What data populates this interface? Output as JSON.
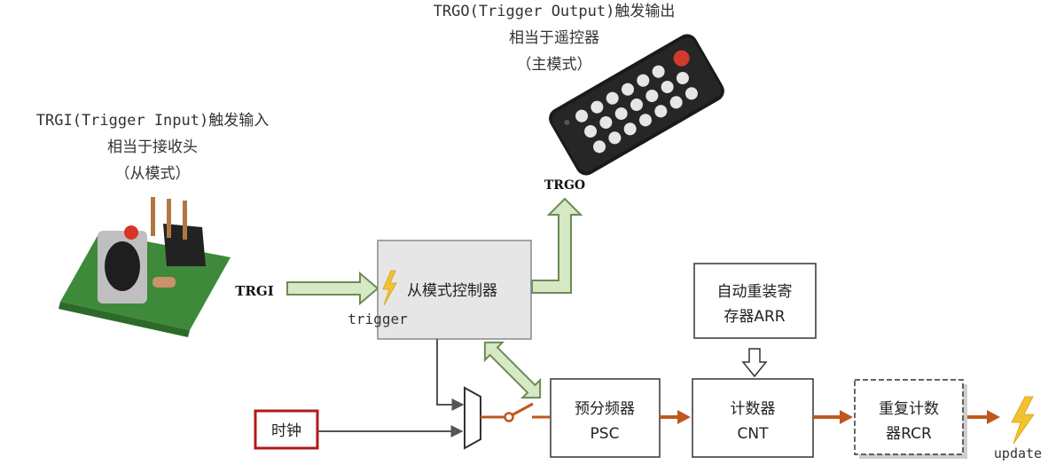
{
  "trgo_caption": {
    "line1": "TRGO(Trigger Output)触发输出",
    "line2": "相当于遥控器",
    "line3": "（主模式）"
  },
  "trgi_caption": {
    "line1": "TRGI(Trigger Input)触发输入",
    "line2": "相当于接收头",
    "line3": "（从模式）"
  },
  "labels": {
    "trgo": "TRGO",
    "trgi": "TRGI",
    "trigger": "trigger",
    "update": "update"
  },
  "blocks": {
    "slave_controller": "从模式控制器",
    "clock": "时钟",
    "psc_line1": "预分频器",
    "psc_line2": "PSC",
    "cnt_line1": "计数器",
    "cnt_line2": "CNT",
    "arr_line1": "自动重装寄",
    "arr_line2": "存器ARR",
    "rcr_line1": "重复计数",
    "rcr_line2": "器RCR"
  },
  "colors": {
    "arrow_green_fill": "#d6e8c4",
    "arrow_green_stroke": "#6b8c55",
    "signal_orange": "#c0581e",
    "clock_border": "#b01a1a",
    "lightning": "#f2c230",
    "controller_fill": "#e6e6e6"
  }
}
